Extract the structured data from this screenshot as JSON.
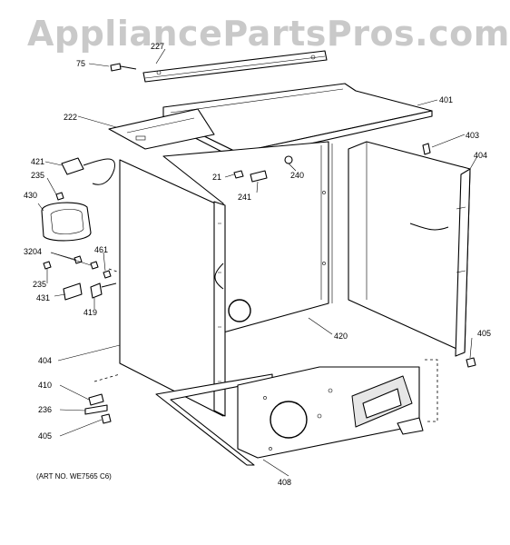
{
  "watermark": "AppliancePartsPros.com",
  "art_number": "(ART NO. WE7565 C6)",
  "callouts": {
    "c227": "227",
    "c75": "75",
    "c401": "401",
    "c222": "222",
    "c403": "403",
    "c404_right": "404",
    "c421": "421",
    "c235_top": "235",
    "c21": "21",
    "c240": "240",
    "c241": "241",
    "c430": "430",
    "c461": "461",
    "c3204": "3204",
    "c235_mid": "235",
    "c431": "431",
    "c419": "419",
    "c420": "420",
    "c405_right": "405",
    "c404_left": "404",
    "c410": "410",
    "c236": "236",
    "c405_left": "405",
    "c408": "408"
  }
}
